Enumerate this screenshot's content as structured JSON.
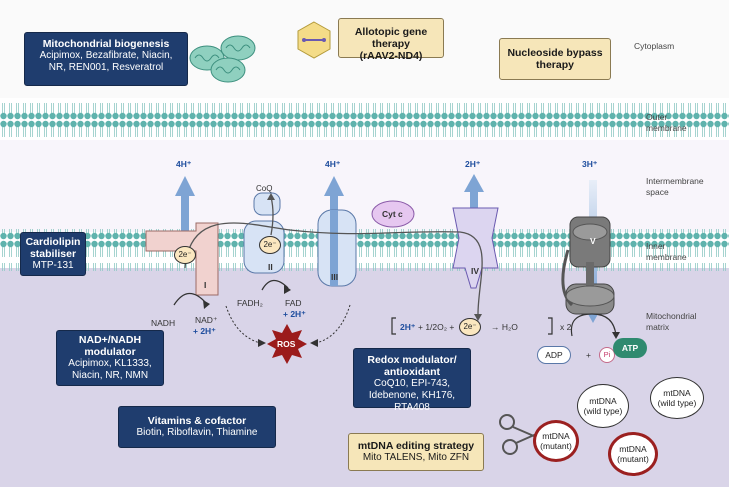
{
  "boxes": {
    "biogenesis": {
      "title": "Mitochondrial biogenesis",
      "line1": "Acipimox, Bezafibrate, Niacin,",
      "line2": "NR, REN001, Resveratrol"
    },
    "allotopic": {
      "title1": "Allotopic gene therapy",
      "title2": "(rAAV2-ND4)"
    },
    "nucleoside": {
      "title1": "Nucleoside bypass",
      "title2": "therapy"
    },
    "cardiolipin": {
      "title1": "Cardiolipin",
      "title2": "stabiliser",
      "line1": "MTP-131"
    },
    "nad": {
      "title1": "NAD+/NADH",
      "title2": "modulator",
      "line1": "Acipimox, KL1333,",
      "line2": "Niacin, NR, NMN"
    },
    "redox": {
      "title1": "Redox modulator/",
      "title2": "antioxidant",
      "line1": "CoQ10, EPI-743,",
      "line2": "Idebenone, KH176, RTA408"
    },
    "vitamins": {
      "title": "Vitamins & cofactor",
      "line1": "Biotin, Riboflavin, Thiamine"
    },
    "editing": {
      "title": "mtDNA editing strategy",
      "line1": "Mito TALENS, Mito ZFN"
    }
  },
  "regions": {
    "cytoplasm": "Cytoplasm",
    "outer1": "Outer",
    "outer2": "membrane",
    "ims1": "Intermembrane",
    "ims2": "space",
    "inner1": "Inner",
    "inner2": "membrane",
    "matrix1": "Mitochondrial",
    "matrix2": "matrix"
  },
  "complexes": {
    "c1": "I",
    "c2": "II",
    "c3": "III",
    "c4": "IV",
    "c5": "V",
    "coq": "CoQ",
    "cytc": "Cyt c"
  },
  "protons": {
    "h1": "4H⁺",
    "h3": "4H⁺",
    "h4": "2H⁺",
    "h5": "3H⁺",
    "plus2h_a": "+ 2H⁺",
    "plus2h_b": "+ 2H⁺"
  },
  "labels": {
    "e1": "2e⁻",
    "e2": "2e⁻",
    "e3": "2e⁻",
    "nadh": "NADH",
    "nadplus": "NAD⁺",
    "fadh2": "FADH₂",
    "fad": "FAD",
    "ros": "ROS",
    "eq_left": "2H⁺",
    "eq_mid": "+ 1/2O₂ +",
    "eq_right": "→ H₂O",
    "eq_x2": "x 2",
    "adp": "ADP",
    "plus": "+",
    "pi": "Pi",
    "atp": "ATP"
  },
  "dna": {
    "wt1": "mtDNA",
    "wt1b": "(wild type)",
    "wt2": "mtDNA",
    "wt2b": "(wild type)",
    "mut1": "mtDNA",
    "mut1b": "(mutant)",
    "mut2": "mtDNA",
    "mut2b": "(mutant)"
  },
  "colors": {
    "navy": "#1f3d6e",
    "cream": "#f6e6b9",
    "membrane": "#5fb3ad",
    "matrix": "#d9d4e8",
    "arrow_blue": "#7ea4d4",
    "ros": "#9b1b1b",
    "atp_green": "#2f8a6f",
    "mutant_ring": "#9b2020"
  }
}
